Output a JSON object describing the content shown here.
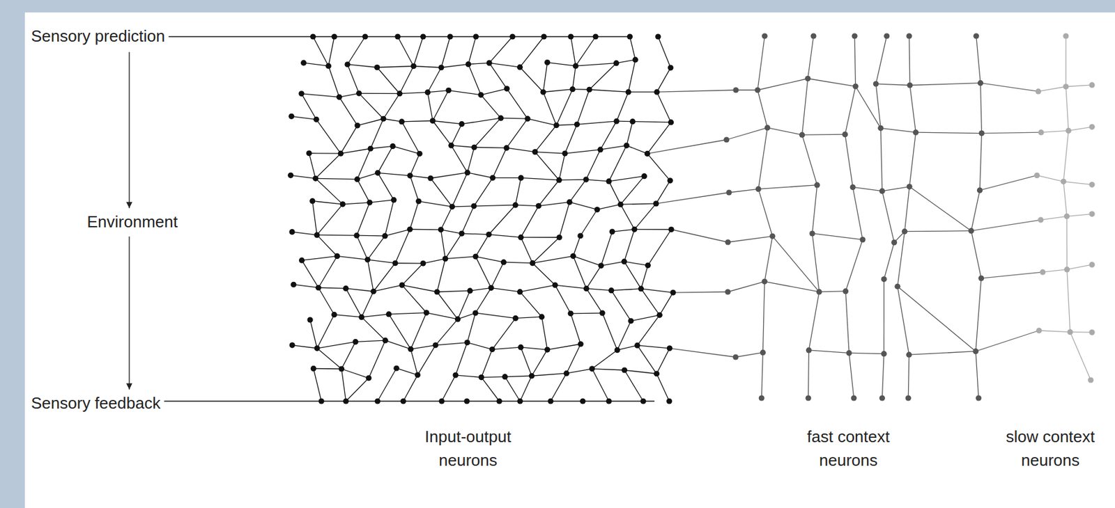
{
  "diagram": {
    "labels": [
      "Sensory prediction",
      "Environment",
      "Sensory feedback",
      "Input-output neurons",
      "fast context neurons",
      "slow context neurons"
    ]
  }
}
